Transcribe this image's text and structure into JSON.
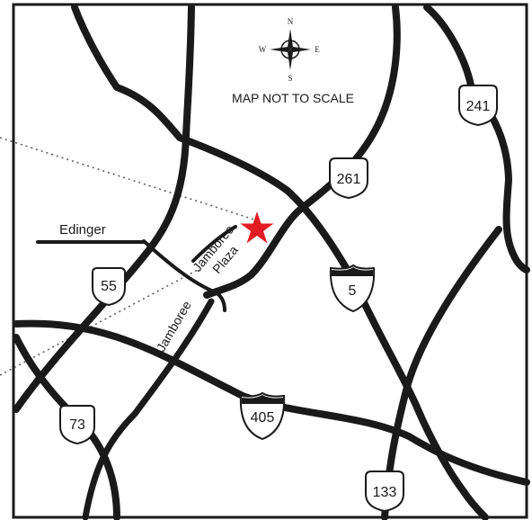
{
  "map": {
    "note": "MAP NOT TO SCALE",
    "compass": {
      "n": "N",
      "s": "S",
      "e": "E",
      "w": "W"
    },
    "streets": {
      "edinger": "Edinger",
      "jamboree_a": "Jamboree",
      "plaza": "Plaza",
      "jamboree_b": "Jamboree"
    },
    "shields": {
      "sr55": "55",
      "sr73": "73",
      "sr133": "133",
      "sr241": "241",
      "sr261": "261",
      "i5": "5",
      "i405": "405"
    },
    "marker_color": "#e31b23"
  }
}
